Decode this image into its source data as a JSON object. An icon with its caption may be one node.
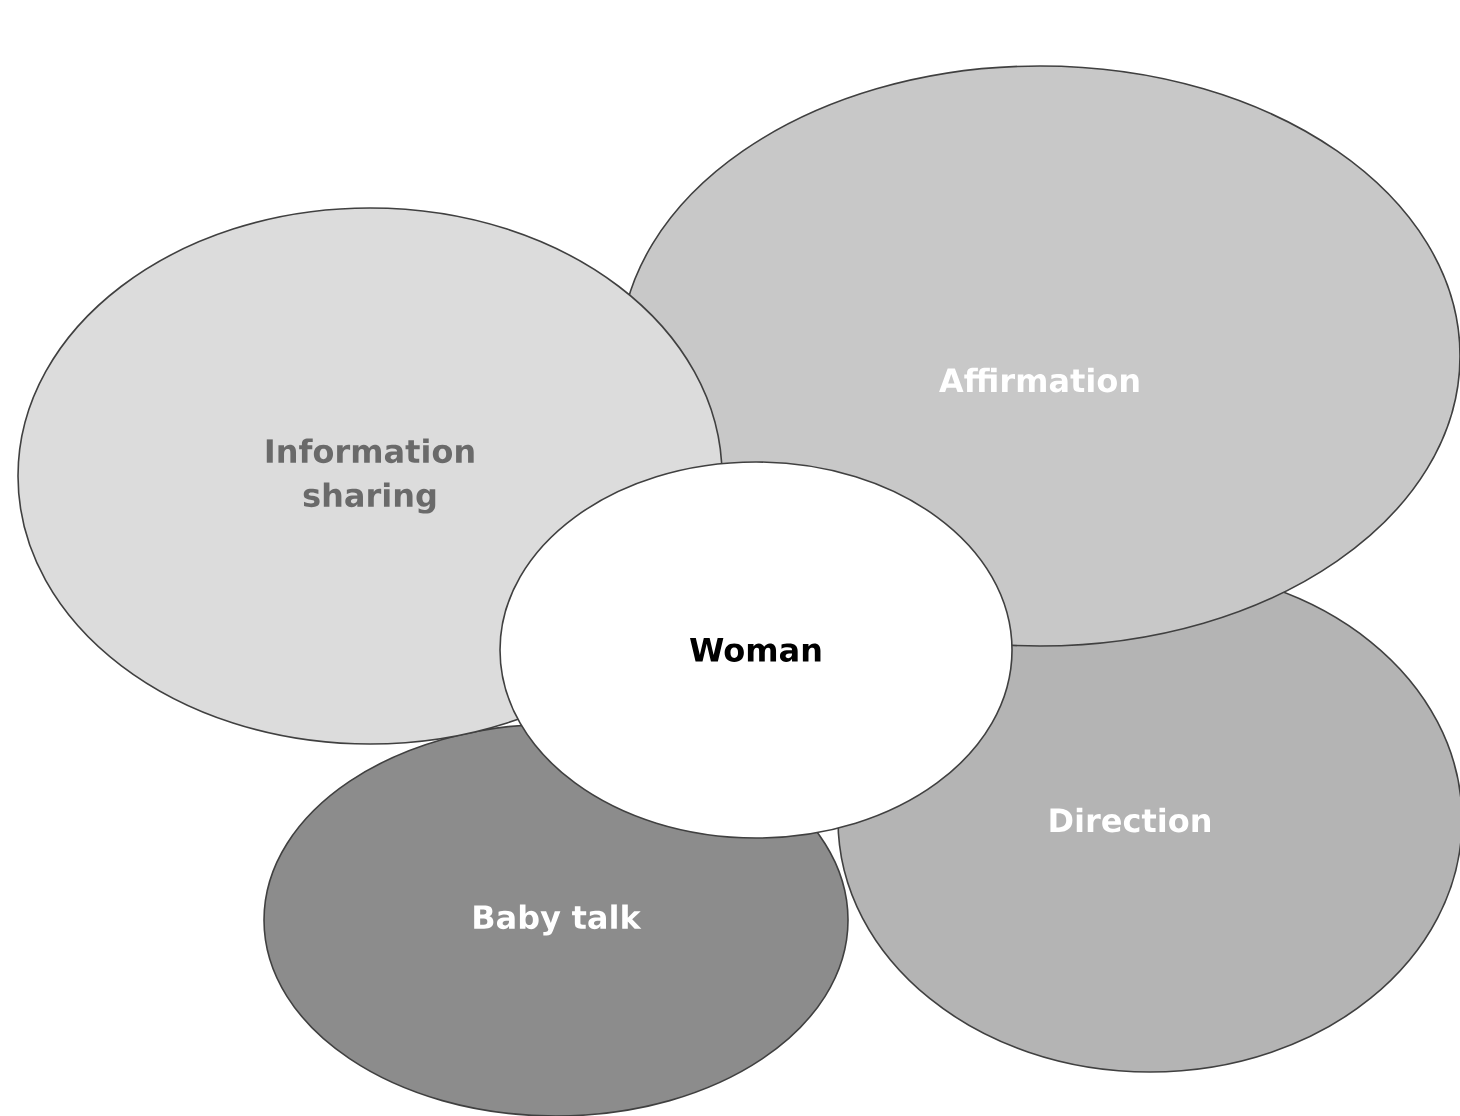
{
  "diagram": {
    "nodes": [
      {
        "text": [
          "Affirmation"
        ]
      },
      {
        "text": [
          "Information sharing"
        ]
      },
      {
        "text": [
          "Woman"
        ]
      },
      {
        "text": [
          "Direction"
        ]
      },
      {
        "text": [
          "Baby talk"
        ]
      }
    ]
  }
}
